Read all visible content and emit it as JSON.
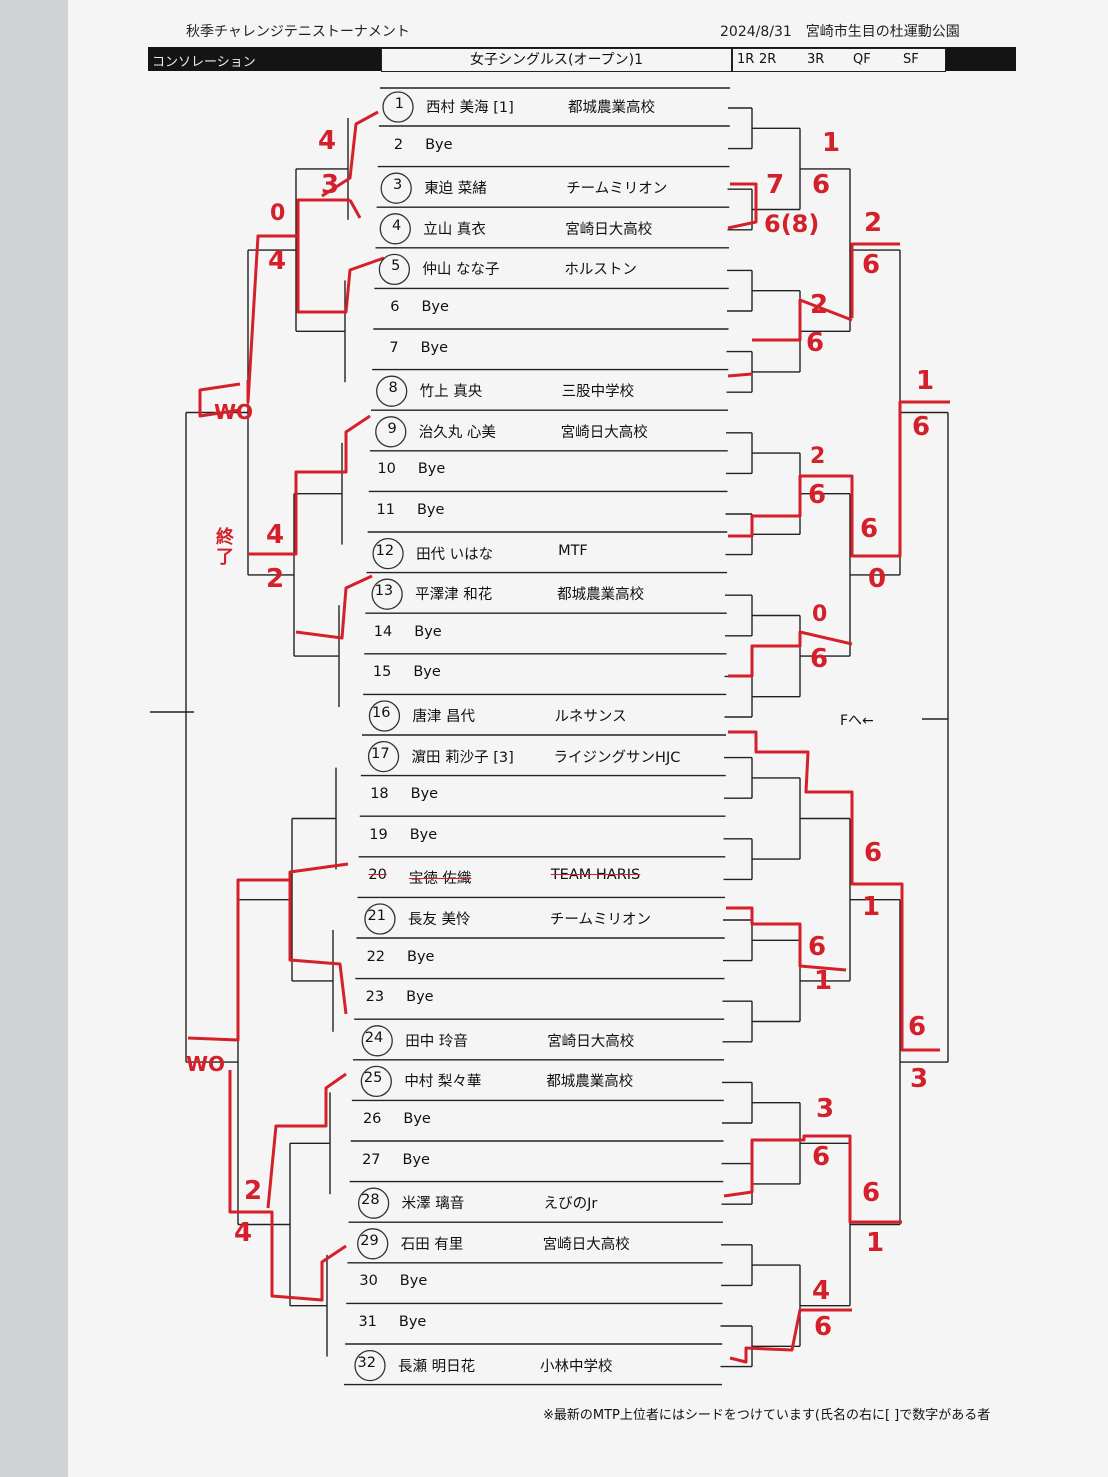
{
  "header": {
    "tournament": "秋季チャレンジテニストーナメント",
    "date_venue": "2024/8/31　宮崎市生目の杜運動公園",
    "draw_type": "コンソレーション",
    "event": "女子シングルス(オープン)1",
    "rounds": [
      "1R",
      "2R",
      "3R",
      "QF",
      "SF"
    ]
  },
  "players": [
    {
      "no": "1",
      "name": "西村 美海 [1]",
      "team": "都城農業高校",
      "circled": true
    },
    {
      "no": "2",
      "name": "Bye",
      "team": "",
      "circled": false
    },
    {
      "no": "3",
      "name": "東迫 菜緒",
      "team": "チームミリオン",
      "circled": true
    },
    {
      "no": "4",
      "name": "立山 真衣",
      "team": "宮崎日大高校",
      "circled": true
    },
    {
      "no": "5",
      "name": "仲山 なな子",
      "team": "ホルストン",
      "circled": true
    },
    {
      "no": "6",
      "name": "Bye",
      "team": "",
      "circled": false
    },
    {
      "no": "7",
      "name": "Bye",
      "team": "",
      "circled": false
    },
    {
      "no": "8",
      "name": "竹上 真央",
      "team": "三股中学校",
      "circled": true
    },
    {
      "no": "9",
      "name": "治久丸 心美",
      "team": "宮崎日大高校",
      "circled": true
    },
    {
      "no": "10",
      "name": "Bye",
      "team": "",
      "circled": false
    },
    {
      "no": "11",
      "name": "Bye",
      "team": "",
      "circled": false
    },
    {
      "no": "12",
      "name": "田代 いはな",
      "team": "MTF",
      "circled": true
    },
    {
      "no": "13",
      "name": "平澤津 和花",
      "team": "都城農業高校",
      "circled": true
    },
    {
      "no": "14",
      "name": "Bye",
      "team": "",
      "circled": false
    },
    {
      "no": "15",
      "name": "Bye",
      "team": "",
      "circled": false
    },
    {
      "no": "16",
      "name": "唐津 昌代",
      "team": "ルネサンス",
      "circled": true
    },
    {
      "no": "17",
      "name": "濵田 莉沙子 [3]",
      "team": "ライジングサンHJC",
      "circled": true
    },
    {
      "no": "18",
      "name": "Bye",
      "team": "",
      "circled": false
    },
    {
      "no": "19",
      "name": "Bye",
      "team": "",
      "circled": false
    },
    {
      "no": "20",
      "name": "宝徳 佐織",
      "team": "TEAM HARIS",
      "circled": false,
      "struck": true
    },
    {
      "no": "21",
      "name": "長友 美怜",
      "team": "チームミリオン",
      "circled": true
    },
    {
      "no": "22",
      "name": "Bye",
      "team": "",
      "circled": false
    },
    {
      "no": "23",
      "name": "Bye",
      "team": "",
      "circled": false
    },
    {
      "no": "24",
      "name": "田中 玲音",
      "team": "宮崎日大高校",
      "circled": true
    },
    {
      "no": "25",
      "name": "中村 梨々華",
      "team": "都城農業高校",
      "circled": true
    },
    {
      "no": "26",
      "name": "Bye",
      "team": "",
      "circled": false
    },
    {
      "no": "27",
      "name": "Bye",
      "team": "",
      "circled": false
    },
    {
      "no": "28",
      "name": "米澤 璃音",
      "team": "えびのJr",
      "circled": true
    },
    {
      "no": "29",
      "name": "石田 有里",
      "team": "宮崎日大高校",
      "circled": true
    },
    {
      "no": "30",
      "name": "Bye",
      "team": "",
      "circled": false
    },
    {
      "no": "31",
      "name": "Bye",
      "team": "",
      "circled": false
    },
    {
      "no": "32",
      "name": "長瀬 明日花",
      "team": "小林中学校",
      "circled": true
    }
  ],
  "final_label": "Fへ←",
  "footnote": "※最新のMTP上位者にはシードをつけています(氏名の右に[ ]で数字がある者",
  "handwritten_scores": {
    "left_1_top": "4",
    "left_1_bottom": "3",
    "left_2_top": "0",
    "left_2_bottom": "4",
    "left_3_note": "WO",
    "left_4_note": "終了",
    "left_4_top": "4",
    "left_4_bottom": "2",
    "left_5_note": "WO",
    "left_6_top": "2",
    "left_6_bottom": "4",
    "right_1_top": "1",
    "right_1_bottom": "6",
    "right_2_top": "7",
    "right_2_bottom": "6(8)",
    "right_3_top": "2",
    "right_3_bottom": "6",
    "right_4_top": "2",
    "right_4_bottom": "6",
    "right_5_top": "1",
    "right_5_bottom": "6",
    "right_6_top": "2",
    "right_6_bottom": "6",
    "right_7_top": "6",
    "right_7_bottom": "0",
    "right_8_top": "0",
    "right_8_bottom": "6",
    "right_9_top": "6",
    "right_9_bottom": "1",
    "right_10_top": "6",
    "right_10_bottom": "1",
    "right_11_top": "6",
    "right_11_bottom": "3",
    "right_12_top": "3",
    "right_12_bottom": "6",
    "right_13_top": "6",
    "right_13_bottom": "1",
    "right_14_top": "4",
    "right_14_bottom": "6"
  },
  "colors": {
    "ink": "#111111",
    "pen": "#d4202a",
    "paper": "#f4f5f4"
  }
}
